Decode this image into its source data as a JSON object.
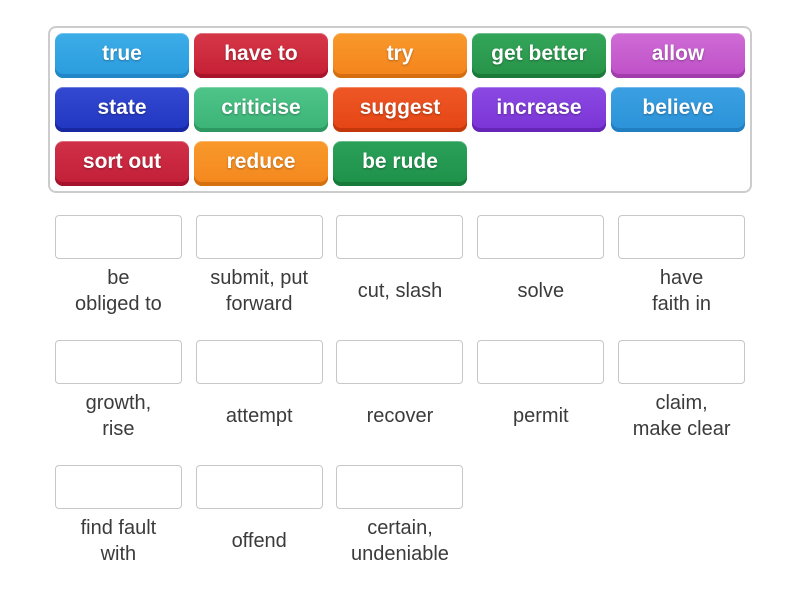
{
  "styles": {
    "page_background": "#ffffff",
    "word_bank_border_color": "#cccccc",
    "slot_border_color": "#c7c7c7",
    "definition_text_color": "#3b3b3b",
    "tile_text_color": "#ffffff"
  },
  "word_bank": {
    "tiles": [
      {
        "label": "true",
        "color_top": "#3DADE8",
        "color_bottom": "#2A9BDD",
        "color_edge": "#2187C6"
      },
      {
        "label": "have to",
        "color_top": "#D63848",
        "color_bottom": "#C51E34",
        "color_edge": "#A8152A"
      },
      {
        "label": "try",
        "color_top": "#F8992B",
        "color_bottom": "#F4831C",
        "color_edge": "#D66E0F"
      },
      {
        "label": "get better",
        "color_top": "#33A65A",
        "color_bottom": "#269247",
        "color_edge": "#1C7A39"
      },
      {
        "label": "allow",
        "color_top": "#CF6CD6",
        "color_bottom": "#BE4FC7",
        "color_edge": "#A23BAB"
      },
      {
        "label": "state",
        "color_top": "#3449D2",
        "color_bottom": "#2136C0",
        "color_edge": "#1828A3"
      },
      {
        "label": "criticise",
        "color_top": "#4EC489",
        "color_bottom": "#3BB376",
        "color_edge": "#2E9862"
      },
      {
        "label": "suggest",
        "color_top": "#EE5826",
        "color_bottom": "#E54414",
        "color_edge": "#C4370B"
      },
      {
        "label": "increase",
        "color_top": "#8B49E2",
        "color_bottom": "#7A33D6",
        "color_edge": "#6526B8"
      },
      {
        "label": "believe",
        "color_top": "#3AA0E2",
        "color_bottom": "#2B92D8",
        "color_edge": "#217EC0"
      },
      {
        "label": "sort out",
        "color_top": "#D03048",
        "color_bottom": "#C21E38",
        "color_edge": "#A5142C"
      },
      {
        "label": "reduce",
        "color_top": "#F8992B",
        "color_bottom": "#F4871E",
        "color_edge": "#D67110"
      },
      {
        "label": "be rude",
        "color_top": "#2AA058",
        "color_bottom": "#1E9149",
        "color_edge": "#167A3B"
      }
    ]
  },
  "answers": [
    {
      "definition": "be\nobliged to"
    },
    {
      "definition": "submit, put\nforward"
    },
    {
      "definition": "cut, slash"
    },
    {
      "definition": "solve"
    },
    {
      "definition": "have\nfaith in"
    },
    {
      "definition": "growth,\nrise"
    },
    {
      "definition": "attempt"
    },
    {
      "definition": "recover"
    },
    {
      "definition": "permit"
    },
    {
      "definition": "claim,\nmake clear"
    },
    {
      "definition": "find fault\nwith"
    },
    {
      "definition": "offend"
    },
    {
      "definition": "certain,\nundeniable"
    }
  ]
}
